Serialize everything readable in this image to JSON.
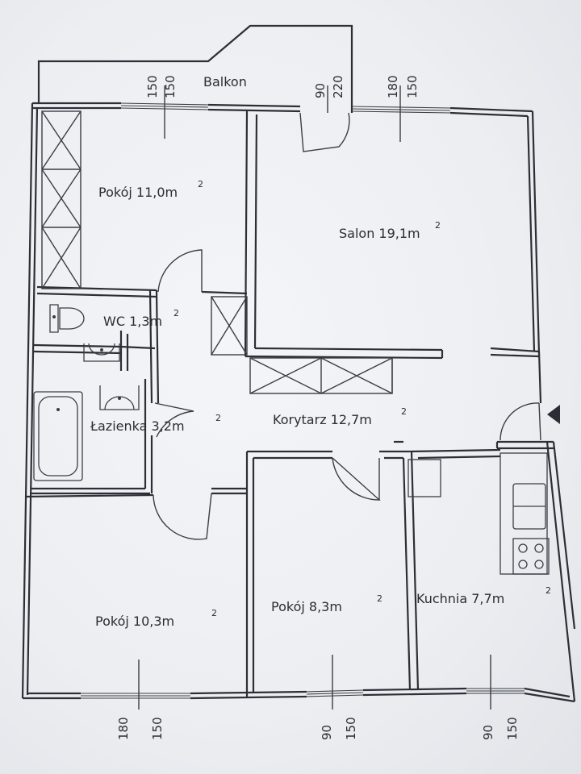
{
  "rooms": {
    "balkon": "Balkon",
    "pokoj_top": "Pokój 11,0m",
    "salon": "Salon 19,1m",
    "wc": "WC 1,3m",
    "lazienka": "Łazienka 3,2m",
    "korytarz": "Korytarz 12,7m",
    "pokoj_left": "Pokój 10,3m",
    "pokoj_mid": "Pokój 8,3m",
    "kuchnia": "Kuchnia 7,7m",
    "area_unit_exp": "2"
  },
  "windows": {
    "pokoj_top": {
      "a": "150",
      "b": "150"
    },
    "balcony_door": {
      "a": "90",
      "b": "220"
    },
    "salon": {
      "a": "180",
      "b": "150"
    },
    "pokoj_left": {
      "a": "180",
      "b": "150"
    },
    "pokoj_mid": {
      "a": "90",
      "b": "150"
    },
    "kuchnia": {
      "a": "90",
      "b": "150"
    }
  }
}
